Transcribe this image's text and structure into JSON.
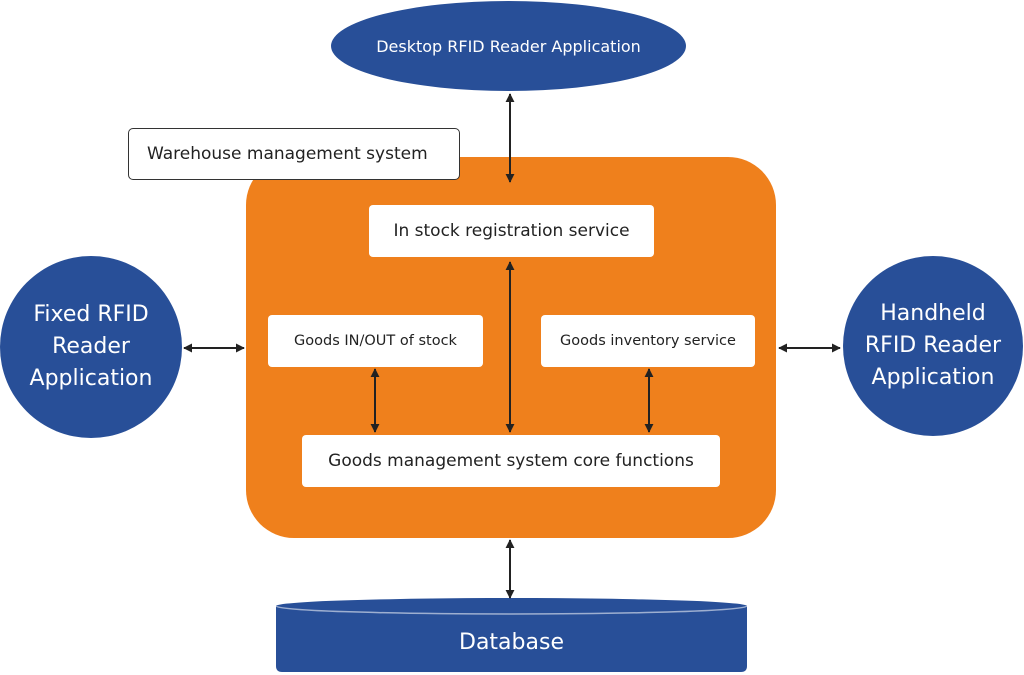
{
  "colors": {
    "blue": "#284f98",
    "orange": "#ef801c",
    "arrow": "#222222"
  },
  "nodes": {
    "desktop_app": "Desktop RFID Reader Application",
    "fixed_app_lines": [
      "Fixed RFID",
      "Reader",
      "Application"
    ],
    "handheld_app_lines": [
      "Handheld",
      "RFID Reader",
      "Application"
    ],
    "system_label": "Warehouse management system",
    "database": "Database",
    "services": {
      "registration": "In stock registration service",
      "in_out": "Goods IN/OUT of stock",
      "inventory": "Goods inventory service",
      "core": "Goods management system core functions"
    }
  },
  "connections": [
    {
      "from": "desktop_app",
      "to": "warehouse_management_system",
      "bidirectional": true
    },
    {
      "from": "fixed_app",
      "to": "warehouse_management_system",
      "bidirectional": true
    },
    {
      "from": "handheld_app",
      "to": "warehouse_management_system",
      "bidirectional": true
    },
    {
      "from": "in_stock_registration_service",
      "to": "core_functions",
      "bidirectional": true
    },
    {
      "from": "goods_in_out",
      "to": "core_functions",
      "bidirectional": true
    },
    {
      "from": "goods_inventory_service",
      "to": "core_functions",
      "bidirectional": true
    },
    {
      "from": "warehouse_management_system",
      "to": "database",
      "bidirectional": true
    }
  ]
}
